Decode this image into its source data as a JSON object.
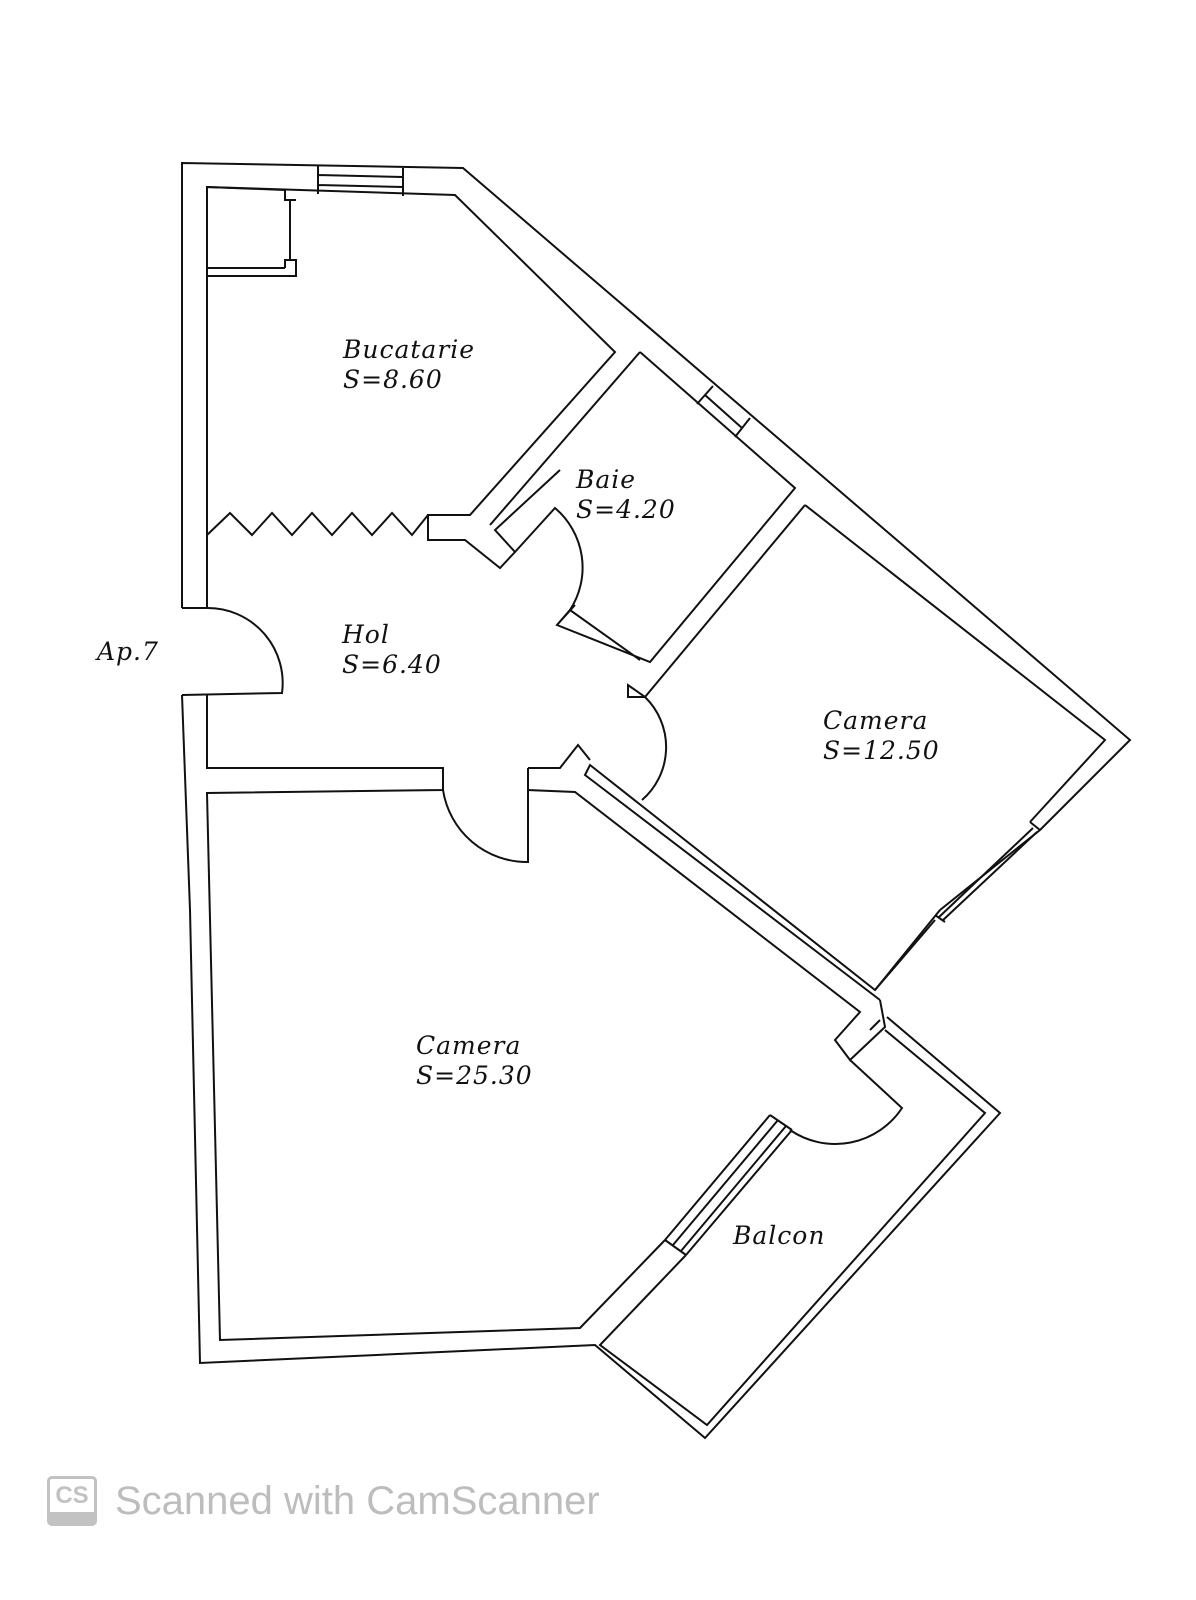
{
  "plan": {
    "apartment_label": "Ap.7",
    "rooms": [
      {
        "name": "Bucatarie",
        "area": "S=8.60"
      },
      {
        "name": "Baie",
        "area": "S=4.20"
      },
      {
        "name": "Hol",
        "area": "S=6.40"
      },
      {
        "name": "Camera",
        "area": "S=12.50"
      },
      {
        "name": "Camera",
        "area": "S=25.30"
      },
      {
        "name": "Balcon"
      }
    ]
  },
  "watermark": {
    "logo": "CS",
    "text": "Scanned with CamScanner",
    "color": "#c2c2c2"
  }
}
